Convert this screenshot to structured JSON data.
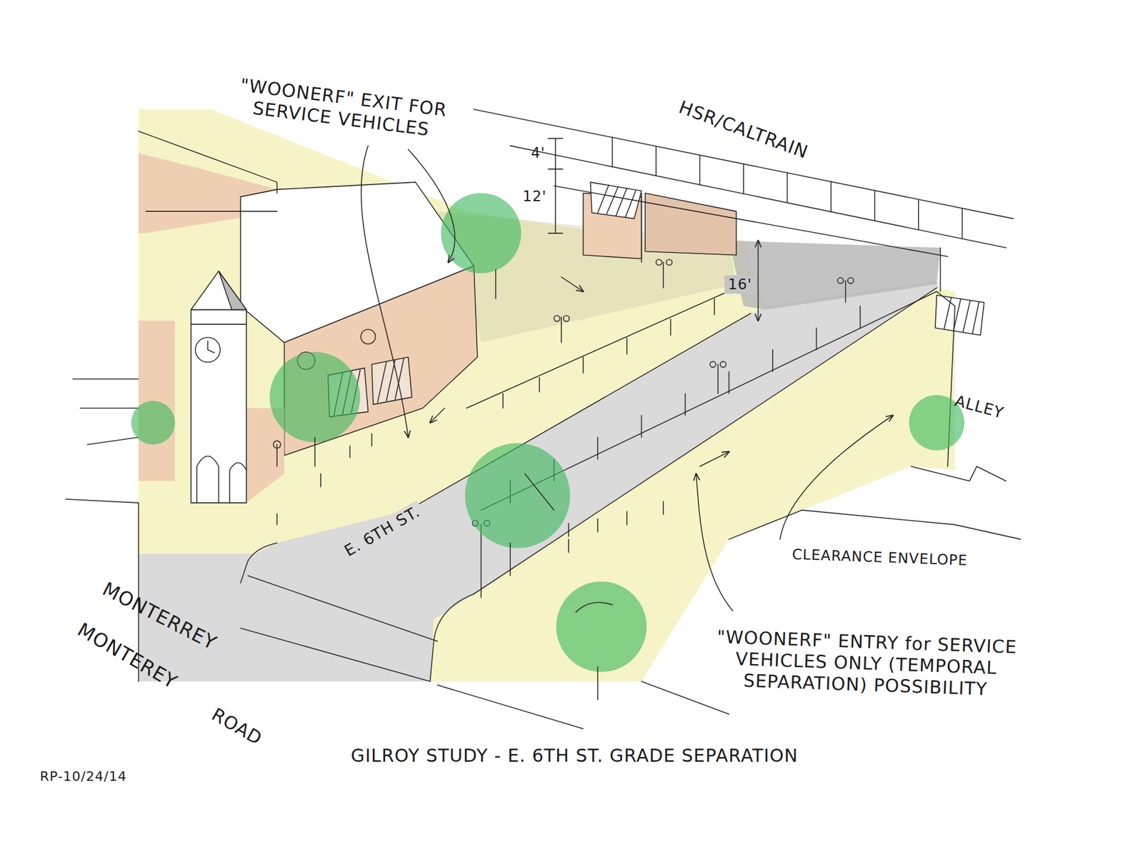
{
  "diagram": {
    "title": "GILROY STUDY - E. 6TH ST. GRADE SEPARATION",
    "labels": [
      "\"WOONERF\" EXIT FOR SERVICE VEHICLES",
      "HSR/CALTRAIN",
      "4'",
      "12'",
      "16'",
      "ALLEY",
      "CLEARANCE ENVELOPE",
      "\"WOONERF\" ENTRY for SERVICE VEHICLES ONLY (TEMPORAL SEPARATION) POSSIBILITY",
      "E. 6TH ST.",
      "MONTERREY",
      "MONTEREY",
      "ROAD",
      "RP-10/24/14"
    ]
  }
}
